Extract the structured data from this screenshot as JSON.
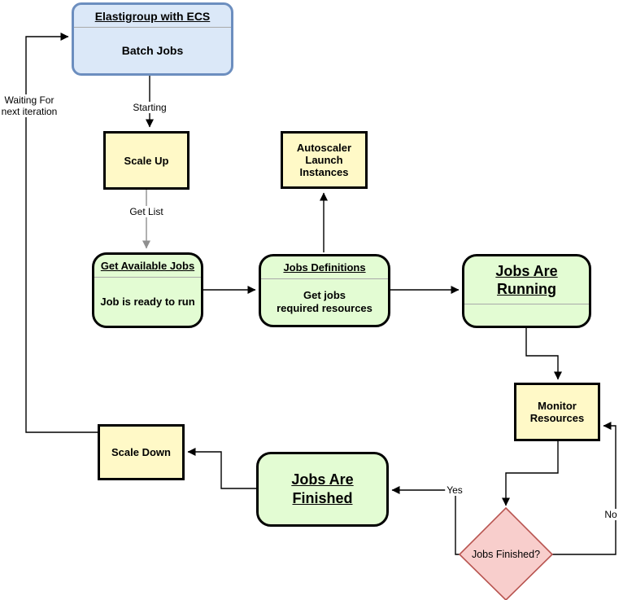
{
  "colors": {
    "node_blue_fill": "#dbe8f8",
    "node_blue_border": "#6c8ebf",
    "node_yellow_fill": "#fff9c7",
    "node_green_fill": "#e3fcd3",
    "node_border": "#000000",
    "decision_fill": "#f8cecc",
    "decision_border": "#b85450",
    "divider_color": "#a9a9a9",
    "edge_color": "#000000",
    "edge_gray": "#8f8f8f"
  },
  "nodes": {
    "elastigroup": {
      "title": "Elastigroup with ECS",
      "body": "Batch Jobs"
    },
    "scale_up": {
      "label": "Scale Up"
    },
    "autoscaler": {
      "label": "Autoscaler Launch Instances"
    },
    "get_available_jobs": {
      "title": "Get Available Jobs",
      "body": "Job is ready to run"
    },
    "jobs_definitions": {
      "title": "Jobs Definitions",
      "body_line1": "Get jobs",
      "body_line2": "required resources"
    },
    "jobs_are_running": {
      "title_line1": "Jobs Are",
      "title_line2": "Running"
    },
    "monitor_resources": {
      "label": "Monitor Resources"
    },
    "jobs_finished_decision": {
      "label": "Jobs Finished?"
    },
    "jobs_are_finished": {
      "title_line1": "Jobs Are",
      "title_line2": "Finished"
    },
    "scale_down": {
      "label": "Scale Down"
    }
  },
  "edge_labels": {
    "starting": "Starting",
    "get_list": "Get List",
    "yes": "Yes",
    "no": "No",
    "waiting": "Waiting For next iteration"
  }
}
